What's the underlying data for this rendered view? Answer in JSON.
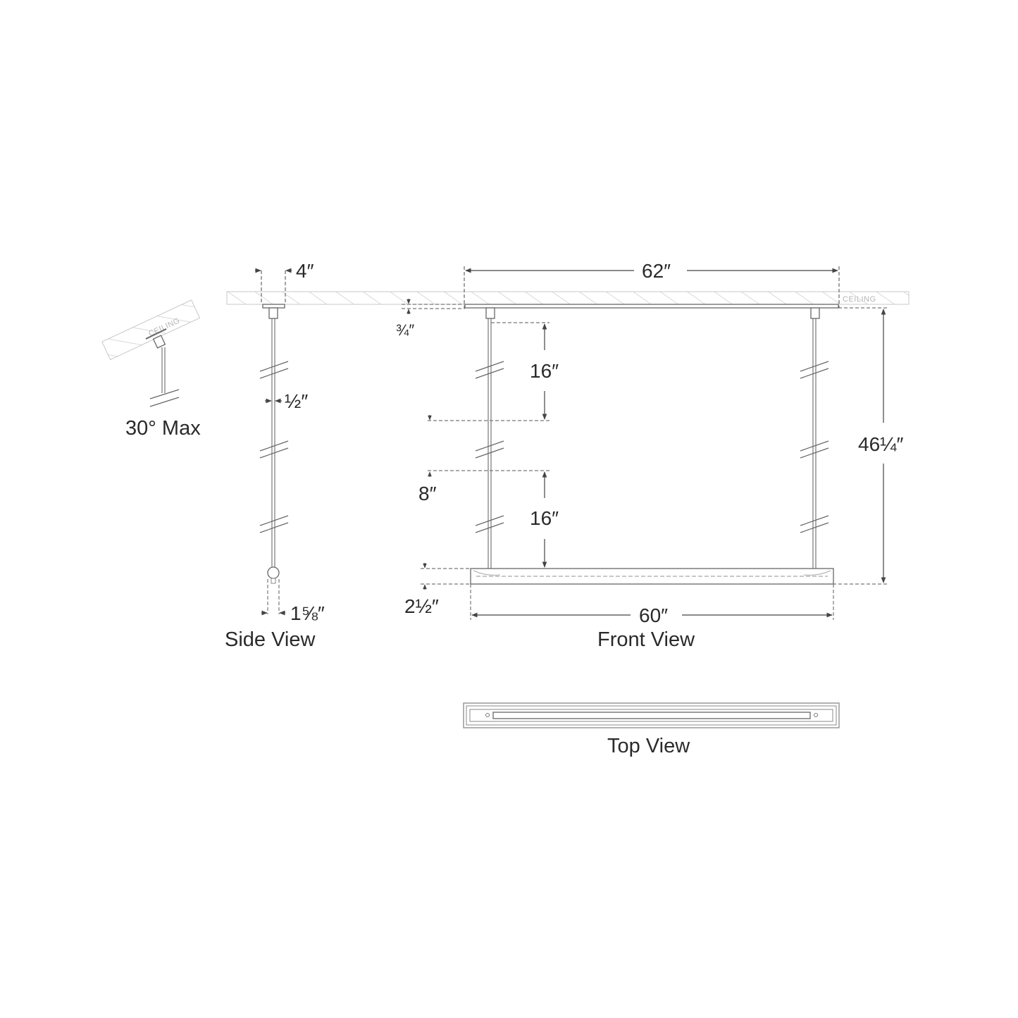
{
  "drawing": {
    "type": "product dimension drawing",
    "colors": {
      "line": "#555555",
      "hatch": "#bdbdbd",
      "text": "#2a2a2a",
      "ceiling_text": "#b5b5b5",
      "background": "#ffffff"
    }
  },
  "angle_view": {
    "ceiling_label": "CEILING",
    "caption": "30° Max"
  },
  "side_view": {
    "caption": "Side View",
    "dims": {
      "canopy_width": "4″",
      "rod_diameter": "½″",
      "fixture_depth": "1⅝″"
    }
  },
  "front_view": {
    "caption": "Front View",
    "ceiling_label": "CEILING",
    "dims": {
      "canopy_length": "62″",
      "canopy_height": "¾″",
      "rod_segment_top": "16″",
      "rod_segment_short": "8″",
      "rod_segment_bottom": "16″",
      "overall_height": "46¼″",
      "fixture_height": "2½″",
      "fixture_length": "60″"
    }
  },
  "top_view": {
    "caption": "Top View"
  }
}
